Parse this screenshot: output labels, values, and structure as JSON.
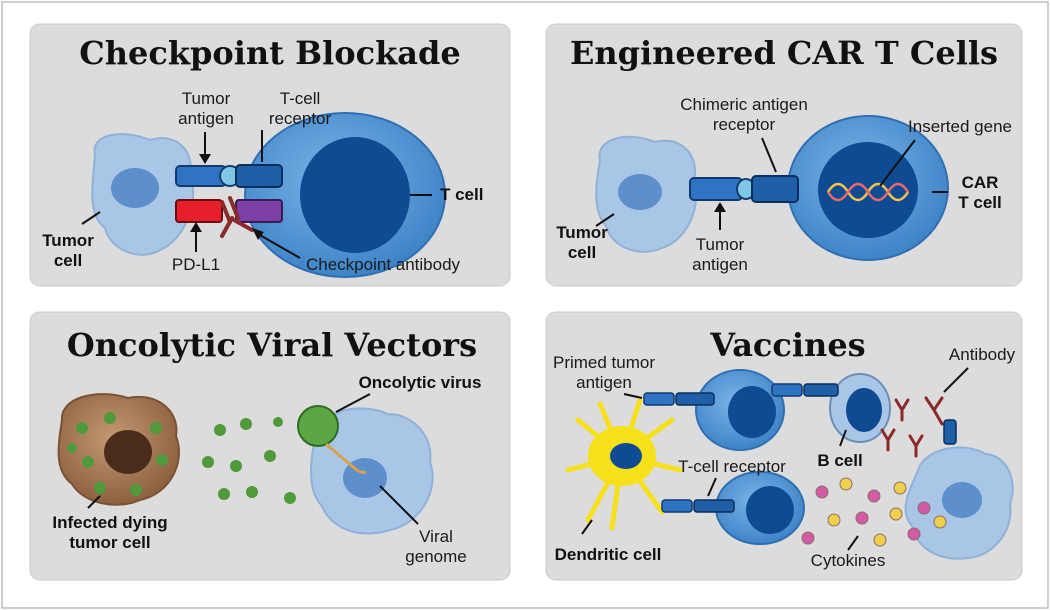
{
  "panels": {
    "checkpoint": {
      "title": "Checkpoint Blockade",
      "labels": {
        "tumor_antigen_1": "Tumor",
        "tumor_antigen_2": "antigen",
        "tcr_1": "T-cell",
        "tcr_2": "receptor",
        "t_cell": "T cell",
        "tumor_cell_1": "Tumor",
        "tumor_cell_2": "cell",
        "pdl1": "PD-L1",
        "checkpoint_antibody": "Checkpoint antibody"
      }
    },
    "car_t": {
      "title": "Engineered CAR T Cells",
      "labels": {
        "car_1": "Chimeric antigen",
        "car_2": "receptor",
        "inserted_gene": "Inserted gene",
        "car_t_cell_1": "CAR",
        "car_t_cell_2": "T cell",
        "tumor_cell_1": "Tumor",
        "tumor_cell_2": "cell",
        "tumor_antigen_1": "Tumor",
        "tumor_antigen_2": "antigen"
      }
    },
    "oncolytic": {
      "title": "Oncolytic Viral Vectors",
      "labels": {
        "oncolytic_virus": "Oncolytic virus",
        "infected_1": "Infected dying",
        "infected_2": "tumor cell",
        "viral_genome_1": "Viral",
        "viral_genome_2": "genome"
      }
    },
    "vaccines": {
      "title": "Vaccines",
      "labels": {
        "primed_1": "Primed tumor",
        "primed_2": "antigen",
        "antibody": "Antibody",
        "b_cell": "B cell",
        "tcr": "T-cell receptor",
        "dendritic_cell": "Dendritic cell",
        "cytokines": "Cytokines"
      }
    }
  },
  "colors": {
    "panel_bg": "#dcdcdc",
    "tumor_cell": "#a9c6e6",
    "tumor_nucleus": "#5c8fcb",
    "t_cell": "#4a8fd1",
    "t_cell_nucleus": "#0e4b93",
    "receptor": "#1f5fa8",
    "pdl1": "#e5202a",
    "checkpoint_receptor": "#7b3fa6",
    "antibody": "#8a2a2a",
    "infected_cell": "#a87a55",
    "virus": "#4f9a3a",
    "dendritic": "#f5e01a",
    "cytokine_pink": "#d55aa6",
    "cytokine_yellow": "#f0d04a"
  }
}
